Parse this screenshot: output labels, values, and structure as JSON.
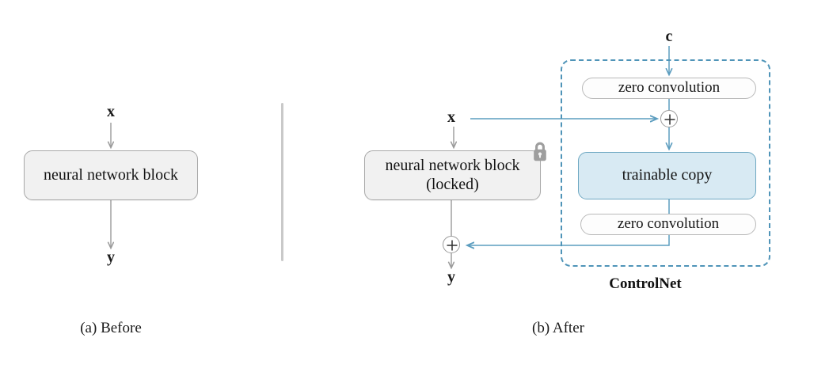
{
  "figure": {
    "panels": [
      {
        "id": "before",
        "caption": "(a) Before",
        "input_label": "x",
        "output_label": "y",
        "block_label": "neural network block"
      },
      {
        "id": "after",
        "caption": "(b) After",
        "input_label": "x",
        "output_label": "y",
        "condition_label": "c",
        "locked_block_label": "neural network block (locked)",
        "trainable_label": "trainable copy",
        "zero_conv_top_label": "zero convolution",
        "zero_conv_bottom_label": "zero convolution",
        "group_label": "ControlNet",
        "lock_icon": "lock-icon",
        "add_node_top": "+",
        "add_node_bottom": "+"
      }
    ],
    "colors": {
      "block_fill": "#f1f1f1",
      "block_border": "#a8a8a8",
      "trainable_fill": "#d8eaf3",
      "trainable_border": "#6ea8c2",
      "accent_blue": "#4f94b8",
      "arrow_gray": "#9a9a9a",
      "lock_gray": "#9e9e9e",
      "divider_gray": "#c9c9c9",
      "background": "#ffffff"
    }
  }
}
